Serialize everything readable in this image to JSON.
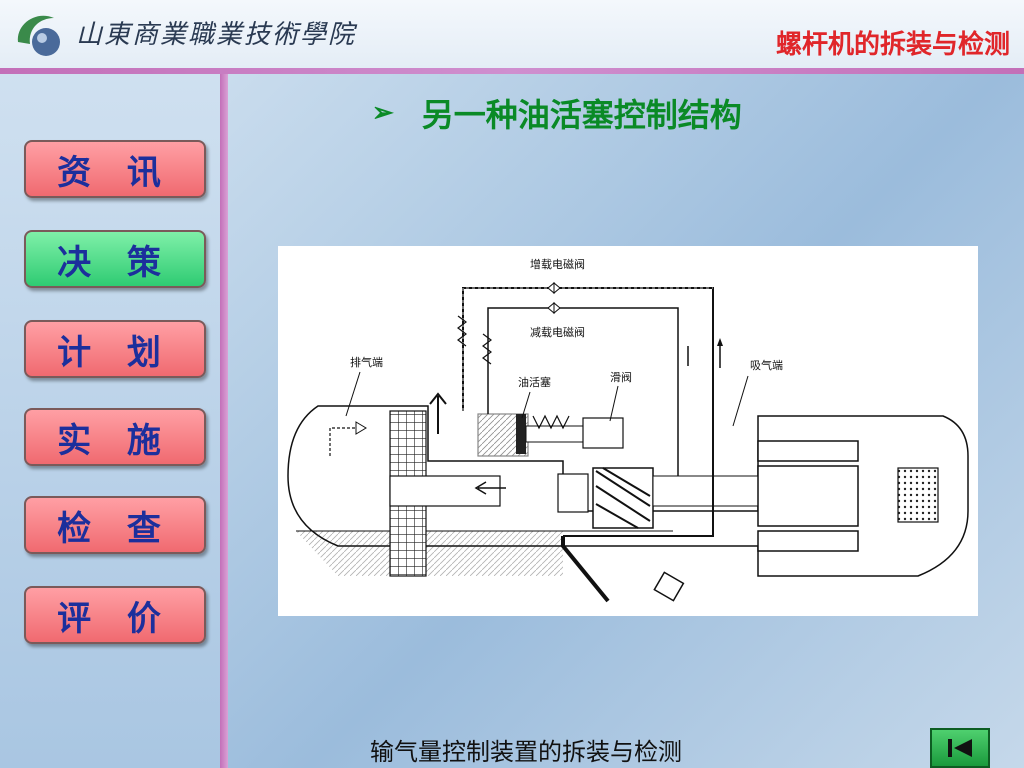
{
  "header": {
    "school_name": "山東商業職業技術學院",
    "course_title": "螺杆机的拆装与检测"
  },
  "nav": {
    "items": [
      {
        "label": "资 讯",
        "state": "normal"
      },
      {
        "label": "决 策",
        "state": "active"
      },
      {
        "label": "计 划",
        "state": "normal"
      },
      {
        "label": "实 施",
        "state": "normal"
      },
      {
        "label": "检 查",
        "state": "normal"
      },
      {
        "label": "评 价",
        "state": "normal"
      }
    ]
  },
  "slide": {
    "bullet": "➢",
    "title": "另一种油活塞控制结构"
  },
  "diagram": {
    "labels": {
      "load_valve": "增载电磁阀",
      "unload_valve": "减载电磁阀",
      "discharge": "排气端",
      "oil_piston": "油活塞",
      "slide_valve": "滑阀",
      "suction": "吸气端"
    }
  },
  "footer": {
    "text": "输气量控制装置的拆装与检测"
  },
  "colors": {
    "course_title": "#e0262a",
    "slide_title": "#0a8a26",
    "nav_text": "#1c2f9c",
    "nav_normal": "#f06a70",
    "nav_active": "#2fcb73",
    "divider": "#c36fb8"
  }
}
